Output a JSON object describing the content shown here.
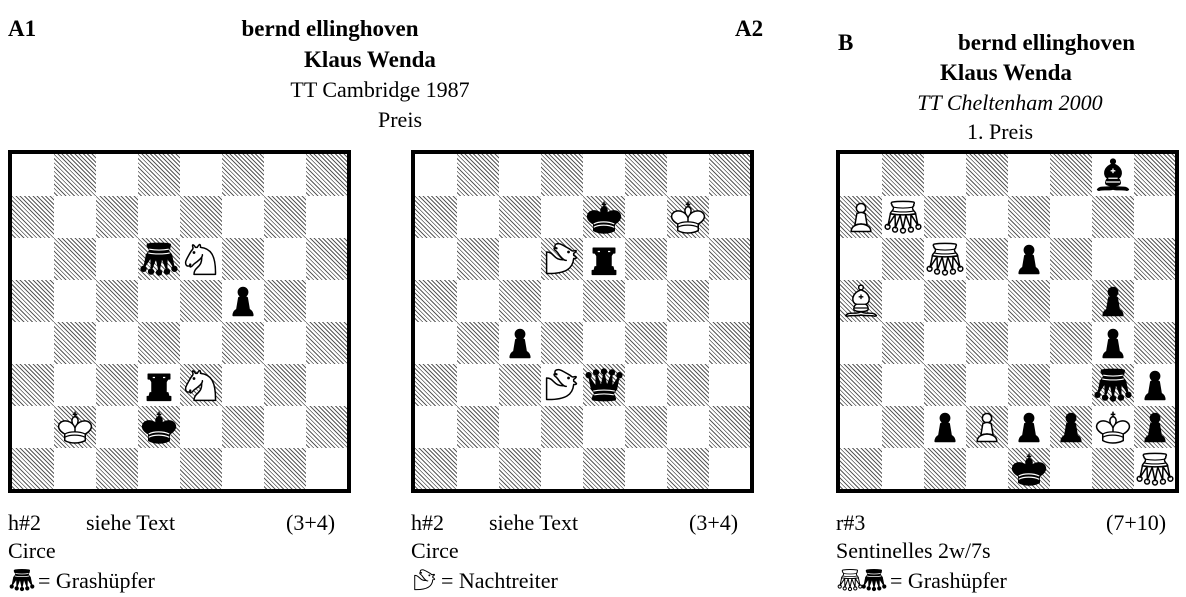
{
  "problemA1": {
    "label": "A1",
    "board": {
      "pieces": [
        {
          "sq": "d6",
          "type": "grasshopper",
          "color": "black"
        },
        {
          "sq": "e6",
          "type": "knight",
          "color": "white"
        },
        {
          "sq": "f5",
          "type": "pawn",
          "color": "black"
        },
        {
          "sq": "d3",
          "type": "rook",
          "color": "black"
        },
        {
          "sq": "e3",
          "type": "knight",
          "color": "white"
        },
        {
          "sq": "b2",
          "type": "king",
          "color": "white"
        },
        {
          "sq": "d2",
          "type": "king",
          "color": "black"
        }
      ]
    },
    "stipulation": "h#2",
    "note": "siehe Text",
    "count": "(3+4)",
    "condition": "Circe",
    "legend_text": "= Grashüpfer",
    "legend_icon": "grasshopper-black"
  },
  "header": {
    "authors": [
      "bernd ellinghoven",
      "Klaus Wenda"
    ],
    "source": "TT Cambridge 1987",
    "award": "Preis"
  },
  "problemA2": {
    "label": "A2",
    "board": {
      "pieces": [
        {
          "sq": "e7",
          "type": "king",
          "color": "black"
        },
        {
          "sq": "g7",
          "type": "king",
          "color": "white"
        },
        {
          "sq": "d6",
          "type": "nightrider",
          "color": "white"
        },
        {
          "sq": "e6",
          "type": "rook",
          "color": "black"
        },
        {
          "sq": "c4",
          "type": "pawn",
          "color": "black"
        },
        {
          "sq": "d3",
          "type": "nightrider",
          "color": "white"
        },
        {
          "sq": "e3",
          "type": "queen",
          "color": "black"
        }
      ]
    },
    "stipulation": "h#2",
    "note": "siehe Text",
    "count": "(3+4)",
    "condition": "Circe",
    "legend_text": "= Nachtreiter",
    "legend_icon": "nightrider-white"
  },
  "problemB": {
    "label": "B",
    "authors": [
      "bernd ellinghoven",
      "Klaus Wenda"
    ],
    "source": "TT Cheltenham  2000",
    "award": "1. Preis",
    "board": {
      "pieces": [
        {
          "sq": "g8",
          "type": "bishop",
          "color": "black"
        },
        {
          "sq": "a7",
          "type": "pawn",
          "color": "white"
        },
        {
          "sq": "b7",
          "type": "grasshopper",
          "color": "white"
        },
        {
          "sq": "c6",
          "type": "grasshopper",
          "color": "white"
        },
        {
          "sq": "e6",
          "type": "pawn",
          "color": "black"
        },
        {
          "sq": "a5",
          "type": "bishop",
          "color": "white"
        },
        {
          "sq": "g5",
          "type": "pawn",
          "color": "black"
        },
        {
          "sq": "g4",
          "type": "pawn",
          "color": "black"
        },
        {
          "sq": "g3",
          "type": "grasshopper",
          "color": "black"
        },
        {
          "sq": "h3",
          "type": "pawn",
          "color": "black"
        },
        {
          "sq": "c2",
          "type": "pawn",
          "color": "black"
        },
        {
          "sq": "d2",
          "type": "pawn",
          "color": "white"
        },
        {
          "sq": "e2",
          "type": "pawn",
          "color": "black"
        },
        {
          "sq": "f2",
          "type": "pawn",
          "color": "black"
        },
        {
          "sq": "g2",
          "type": "king",
          "color": "white"
        },
        {
          "sq": "h2",
          "type": "pawn",
          "color": "black"
        },
        {
          "sq": "e1",
          "type": "king",
          "color": "black"
        },
        {
          "sq": "h1",
          "type": "grasshopper",
          "color": "white"
        }
      ]
    },
    "stipulation": "r#3",
    "count": "(7+10)",
    "condition": "Sentinelles 2w/7s",
    "legend_text": "= Grashüpfer",
    "legend_icons": [
      "grasshopper-white",
      "grasshopper-black"
    ]
  }
}
